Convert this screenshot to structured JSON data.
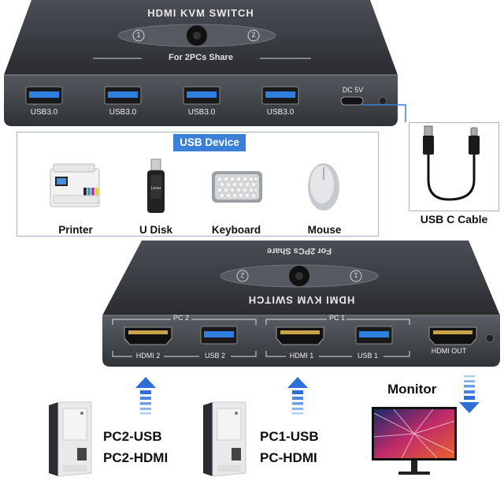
{
  "top_device": {
    "title": "HDMI KVM SWITCH",
    "share_text": "For 2PCs Share",
    "button_labels": [
      "1",
      "2"
    ],
    "usb_ports": [
      "USB3.0",
      "USB3.0",
      "USB3.0",
      "USB3.0"
    ],
    "dc_label": "DC 5V"
  },
  "usb_devices": {
    "title": "USB Device",
    "items": [
      {
        "label": "Printer"
      },
      {
        "label": "U Disk"
      },
      {
        "label": "Keyboard"
      },
      {
        "label": "Mouse"
      }
    ]
  },
  "usb_cable": {
    "label": "USB C Cable"
  },
  "bottom_device": {
    "title": "HDMI KVM SWITCH",
    "share_text": "For 2PCs Share",
    "button_labels": [
      "2",
      "1"
    ],
    "group_labels": [
      "PC 2",
      "PC 1"
    ],
    "port_labels": [
      "HDMI 2",
      "USB 2",
      "HDMI 1",
      "USB 1",
      "HDMI OUT"
    ]
  },
  "pcs": [
    {
      "line1": "PC2-USB",
      "line2": "PC2-HDMI"
    },
    {
      "line1": "PC1-USB",
      "line2": "PC-HDMI"
    }
  ],
  "monitor": {
    "label": "Monitor"
  },
  "colors": {
    "device_body": "#3a3d42",
    "accent_blue": "#3a7fd8",
    "arrow_blue": "#2d6fd6",
    "cable_box": "#a8b4c8"
  }
}
